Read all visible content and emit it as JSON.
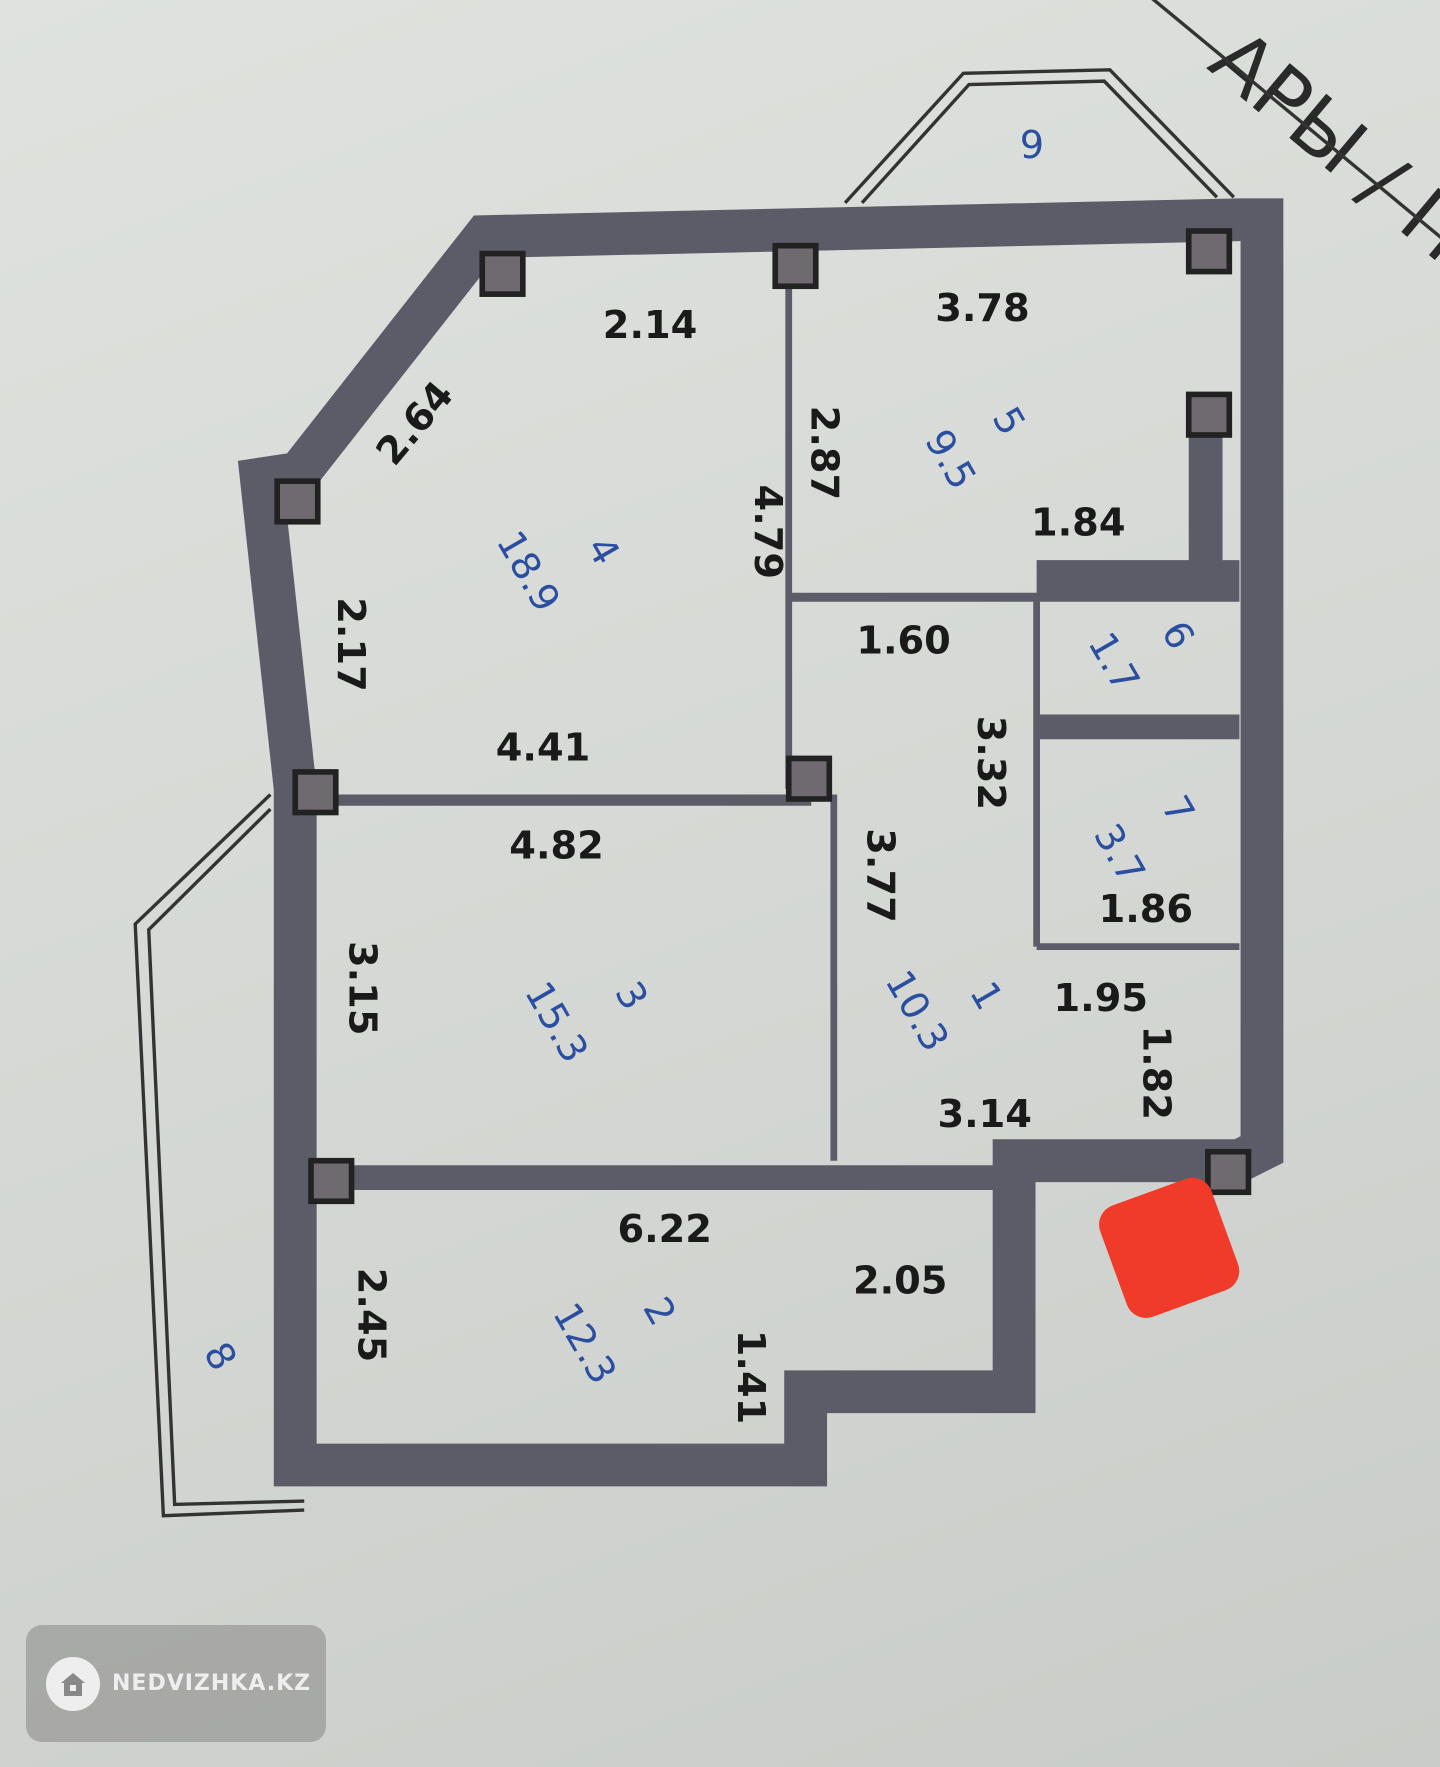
{
  "header_text": "АРЫ / П",
  "watermark": "NEDVIZHKA.KZ",
  "colors": {
    "wall": "#5c5c68",
    "room_label": "#2b4fa0",
    "marker": "#f03a2a"
  },
  "rooms": [
    {
      "number": "1",
      "area": "10.3"
    },
    {
      "number": "2",
      "area": "12.3"
    },
    {
      "number": "3",
      "area": "15.3"
    },
    {
      "number": "4",
      "area": "18.9"
    },
    {
      "number": "5",
      "area": "9.5"
    },
    {
      "number": "6",
      "area": "1.7"
    },
    {
      "number": "7",
      "area": "3.7"
    },
    {
      "number": "8",
      "area": ""
    },
    {
      "number": "9",
      "area": ""
    }
  ],
  "dimensions": [
    "2.14",
    "3.78",
    "2.64",
    "2.87",
    "4.79",
    "1.84",
    "2.17",
    "1.60",
    "4.41",
    "3.32",
    "4.82",
    "3.77",
    "1.86",
    "3.15",
    "1.95",
    "1.82",
    "3.14",
    "6.22",
    "2.05",
    "2.45",
    "1.41"
  ]
}
